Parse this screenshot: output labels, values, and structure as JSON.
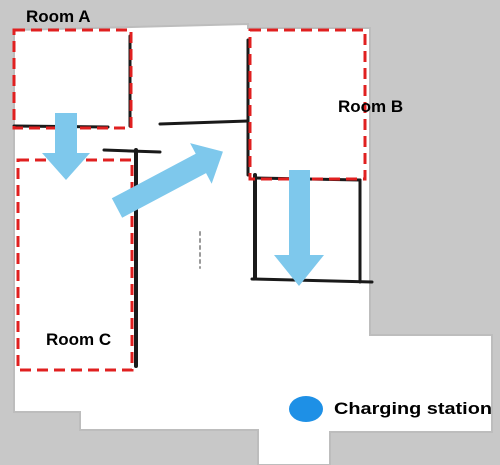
{
  "colors": {
    "background": "#c8c8c8",
    "floor": "#ffffff",
    "wall": "#1a1a1a",
    "room_outline": "#e02020",
    "arrow": "#7ec8ec",
    "charging_station": "#1e90e6"
  },
  "labels": {
    "room_a": "Room A",
    "room_b": "Room B",
    "room_c": "Room C",
    "charging_station": "Charging station"
  },
  "icons": {
    "charging_station": "charging-station-icon",
    "arrow": "arrow-icon"
  }
}
